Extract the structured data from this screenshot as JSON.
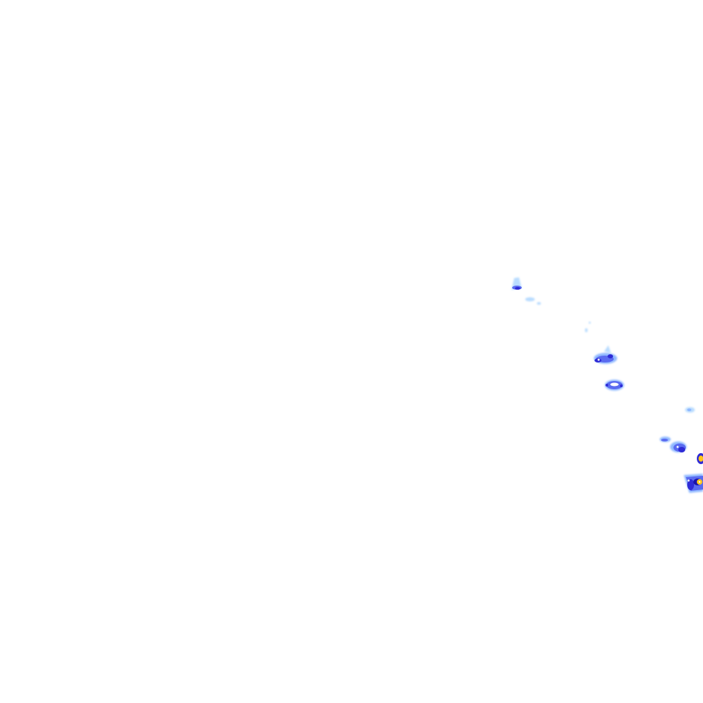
{
  "overlay": {
    "kind": "rain-radar-tile",
    "palette": {
      "background": "#ffffff",
      "very_light": "#b9dcff",
      "light": "#8fb8ff",
      "moderate": "#5a6bf0",
      "heavy": "#2e2bd6",
      "very_heavy": "#1a12a8",
      "intense": "#ffc71a"
    },
    "cells": [
      {
        "intensity": "heavy"
      },
      {
        "intensity": "very_light"
      },
      {
        "intensity": "very_light"
      },
      {
        "intensity": "very_light"
      },
      {
        "intensity": "moderate"
      },
      {
        "intensity": "moderate"
      },
      {
        "intensity": "very_light"
      },
      {
        "intensity": "moderate"
      },
      {
        "intensity": "heavy"
      },
      {
        "intensity": "intense"
      },
      {
        "intensity": "intense"
      }
    ]
  }
}
